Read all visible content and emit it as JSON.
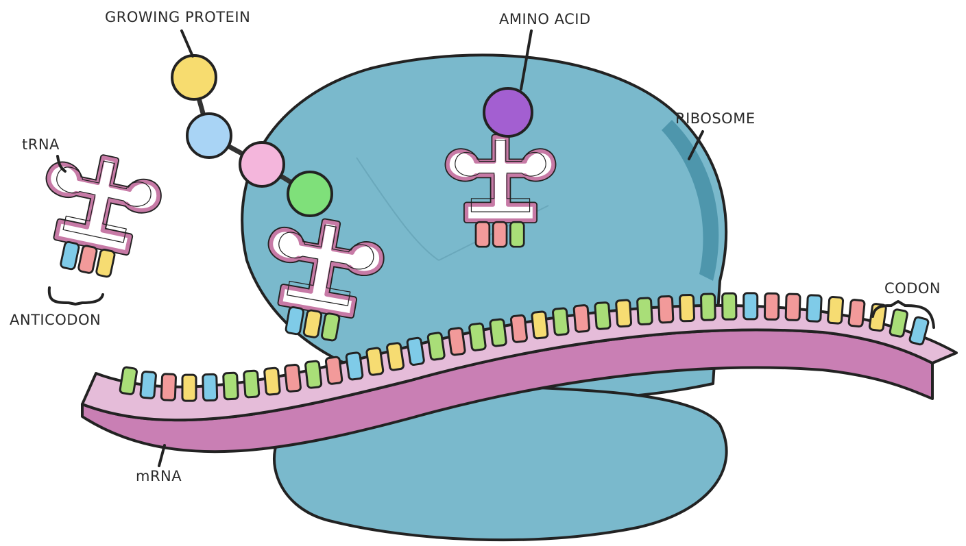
{
  "labels": {
    "growing_protein": "GROWING PROTEIN",
    "amino_acid": "AMINO ACID",
    "ribosome": "RIBOSOME",
    "trna": "tRNA",
    "anticodon": "ANTICODON",
    "codon": "CODON",
    "mrna": "mRNA"
  },
  "colors": {
    "ribosome": "#7ab9cc",
    "ribosome_dark": "#4e96ac",
    "mrna_top": "#e5bcd9",
    "mrna_side": "#c97fb4",
    "trna": "#c77aa6",
    "yellow": "#f7dc6f",
    "blue": "#a9d4f5",
    "pink": "#f4b6dc",
    "green": "#7fe07a",
    "purple": "#a35fd1",
    "base_green": "#a9de78",
    "base_blue": "#7fcbe8",
    "base_red": "#f29a9a",
    "base_yellow": "#f6dc72"
  },
  "protein_chain": [
    "yellow",
    "blue",
    "pink",
    "green"
  ],
  "mrna_bases": [
    "g",
    "b",
    "r",
    "y",
    "b",
    "g",
    "g",
    "y",
    "r",
    "g",
    "r",
    "b",
    "y",
    "y",
    "b",
    "g",
    "r",
    "g",
    "g",
    "r",
    "y",
    "g",
    "r",
    "g",
    "y",
    "g",
    "r",
    "y",
    "g",
    "g",
    "b",
    "r",
    "r",
    "b",
    "y",
    "r",
    "y",
    "g",
    "b"
  ],
  "trna_free_bases": [
    "b",
    "r",
    "y"
  ],
  "trna_site1_bases": [
    "b",
    "y",
    "g"
  ],
  "trna_site2_bases": [
    "r",
    "r",
    "g"
  ]
}
